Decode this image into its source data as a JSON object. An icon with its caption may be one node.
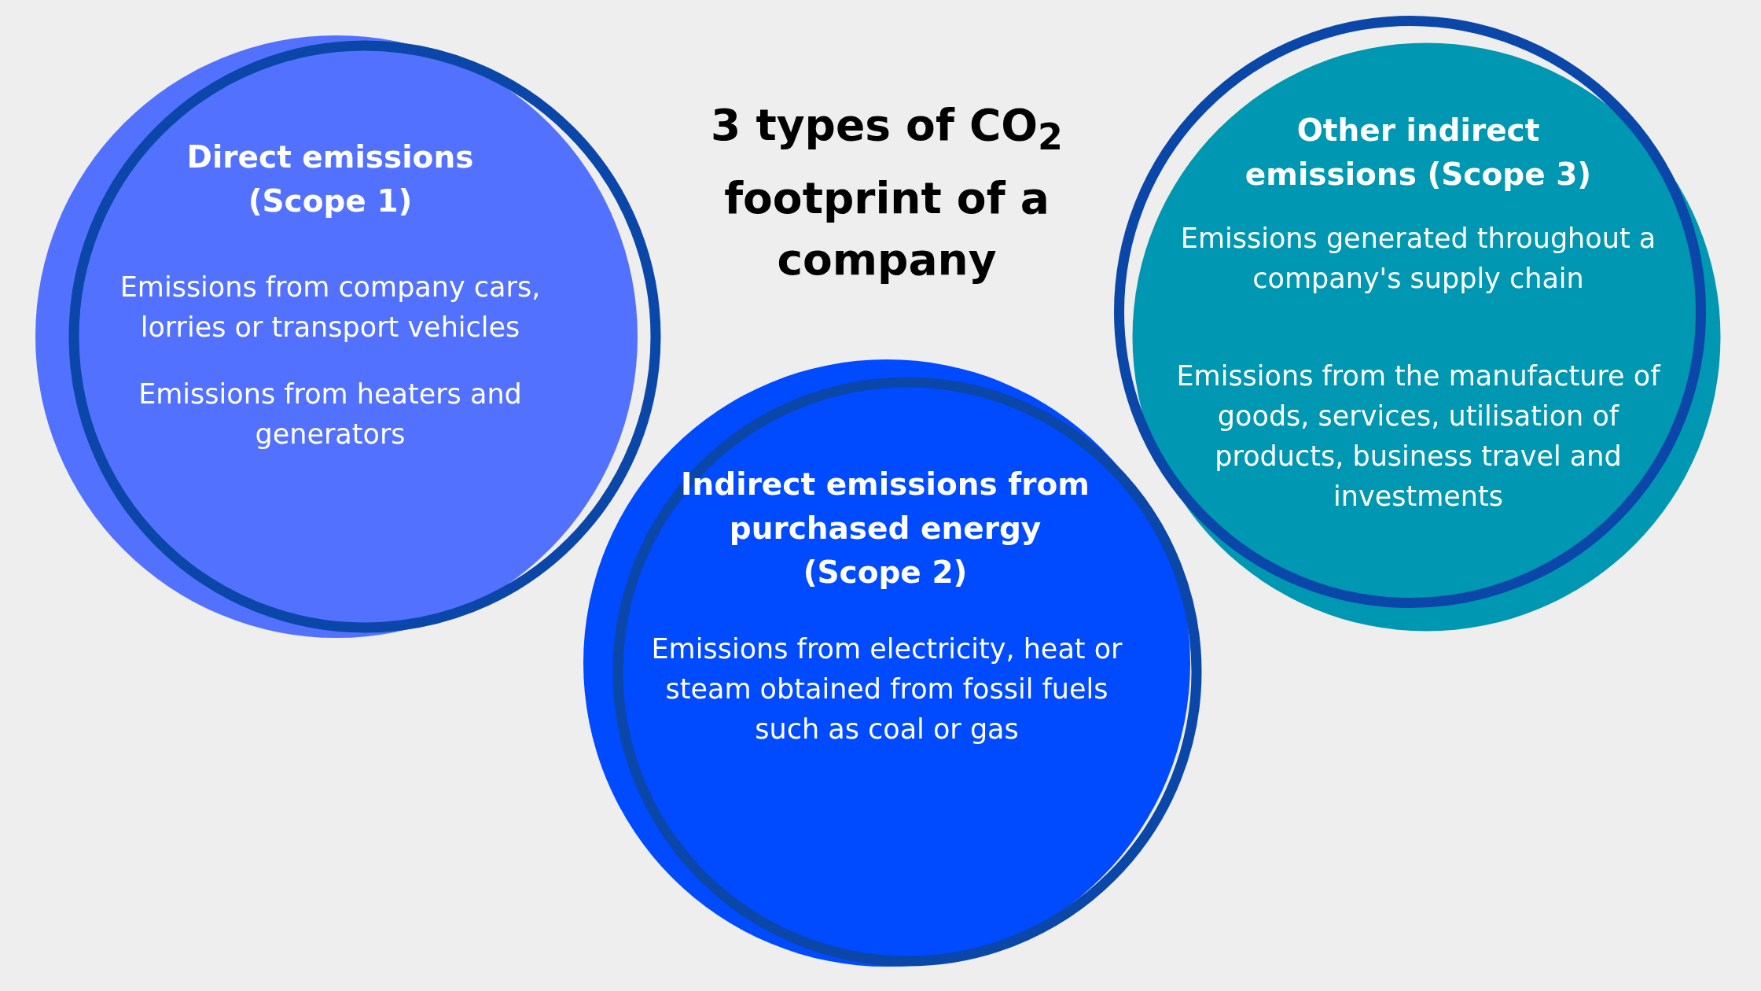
{
  "diagram": {
    "title": "3 types of CO$_{2}$ footprint of a company",
    "nodes": [
      {
        "text": [
          "Direct emissions (Scope 1)",
          "Emissions from company cars, lorries or transport vehicles",
          "Emissions from heaters and generators"
        ]
      },
      {
        "text": [
          "Indirect emissions from purchased energy (Scope 2)",
          "Emissions from electricity, heat or steam obtained from fossil fuels such as coal or gas"
        ]
      },
      {
        "text": [
          "Other indirect emissions (Scope 3)",
          "Emissions generated throughout a company's supply chain",
          "Emissions from the manufacture of goods, services, utilisation of products, business travel and investments"
        ]
      }
    ]
  }
}
